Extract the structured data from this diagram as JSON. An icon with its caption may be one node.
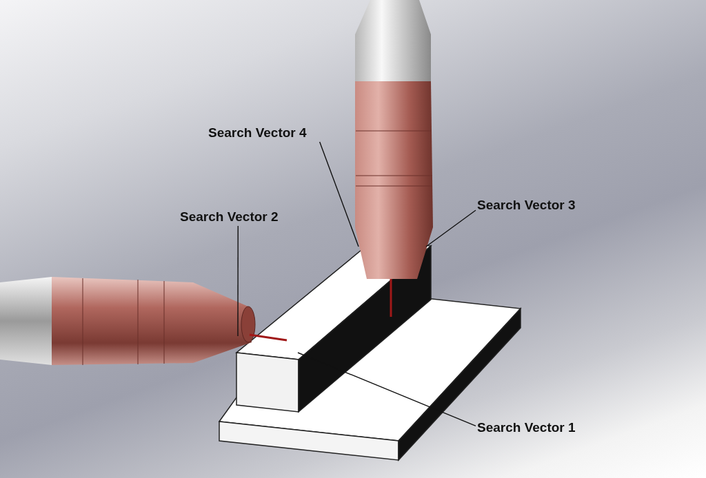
{
  "diagram": {
    "nodes": [
      {
        "text": [
          "Search Vector 4"
        ]
      },
      {
        "text": [
          "Search Vector 3"
        ]
      },
      {
        "text": [
          "Search Vector 2"
        ]
      },
      {
        "text": [
          "Search Vector 1"
        ]
      }
    ],
    "edges": [
      {
        "from": 0,
        "to": null,
        "arrow": "none"
      },
      {
        "from": 1,
        "to": null,
        "arrow": "none"
      },
      {
        "from": 2,
        "to": null,
        "arrow": "none"
      },
      {
        "from": 3,
        "to": null,
        "arrow": "none"
      }
    ]
  }
}
